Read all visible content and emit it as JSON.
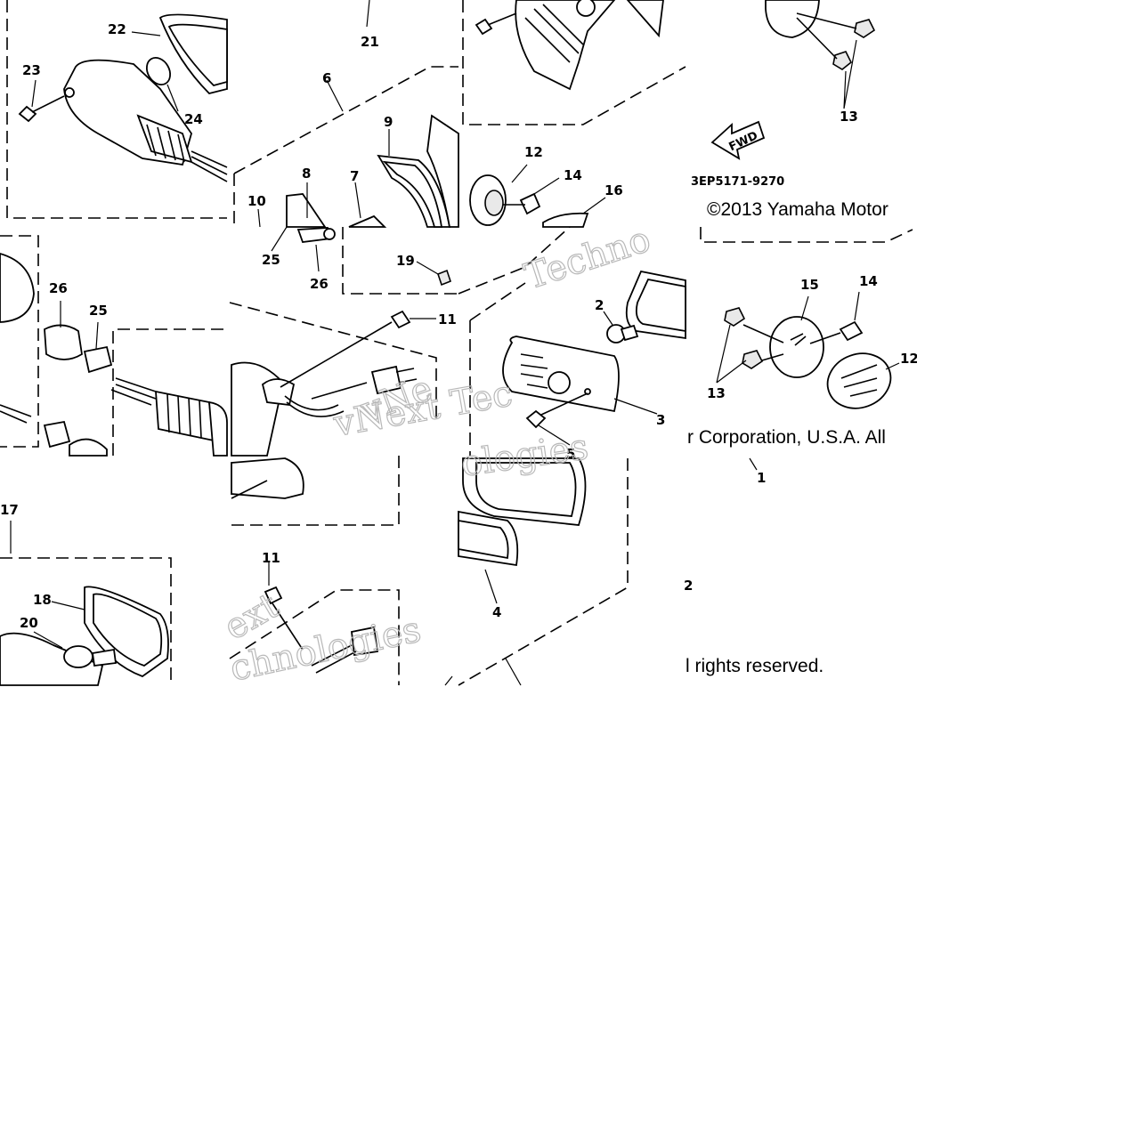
{
  "diagram": {
    "copyright_line1": "©2013 Yamaha Motor",
    "copyright_line2": "r Corporation, U.S.A. All",
    "copyright_line3": "l rights reserved.",
    "drawing_code": "3EP5171-9270",
    "fwd_arrow_text": "FWD",
    "watermark_1": "Techno",
    "watermark_2": "vNext Tec",
    "watermark_3": "vNe",
    "watermark_4": "ologies",
    "watermark_5": "ext",
    "watermark_6": "chnologies",
    "callouts": [
      "22",
      "23",
      "24",
      "21",
      "6",
      "9",
      "8",
      "7",
      "10",
      "25",
      "26",
      "12",
      "14",
      "16",
      "19",
      "11",
      "2",
      "3",
      "5",
      "13",
      "15",
      "14",
      "12",
      "13",
      "26",
      "25",
      "17",
      "18",
      "20",
      "11",
      "4",
      "1",
      "2"
    ]
  }
}
